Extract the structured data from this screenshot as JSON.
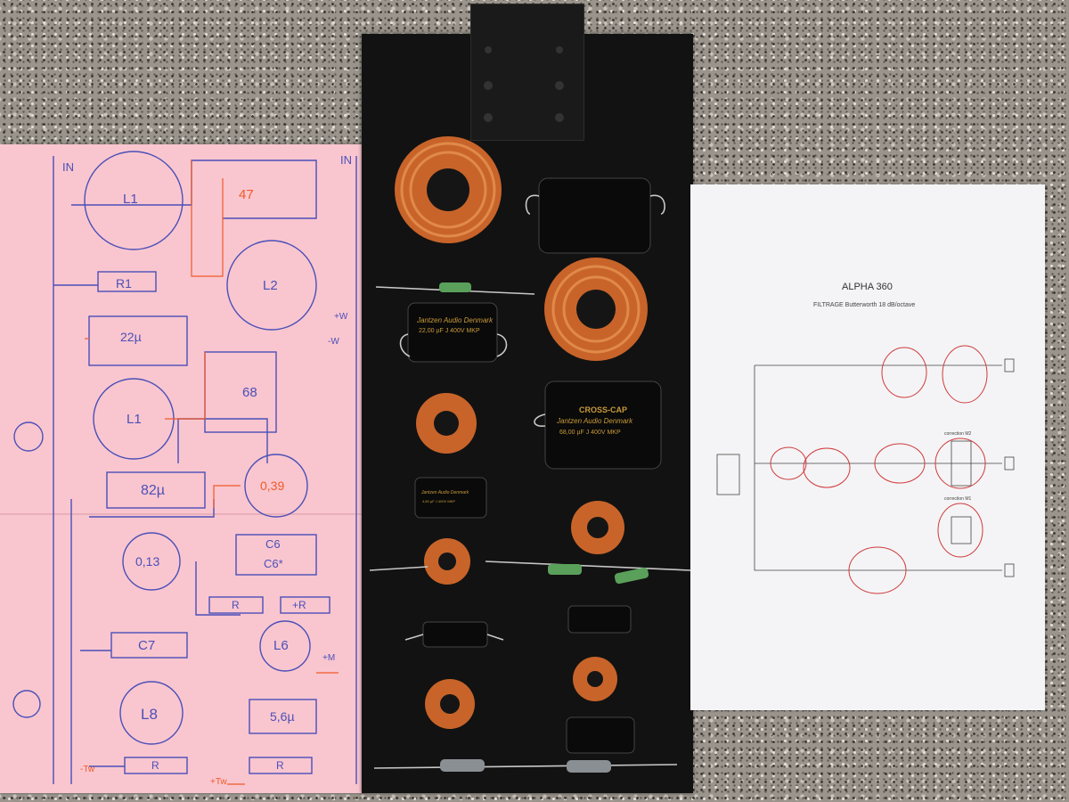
{
  "photo": {
    "pink_sheet": {
      "labels": [
        "IN",
        "IN",
        "L1",
        "47",
        "R1",
        "L2",
        "22µ",
        "68",
        "L1",
        "82µ",
        "0,39",
        "0,13",
        "C6",
        "C6*",
        "R",
        "+R",
        "C7",
        "L6",
        "L8",
        "5,6µ",
        "R",
        "R",
        "+W",
        "-W",
        "+M",
        "-Tw",
        "+Tw"
      ]
    },
    "board": {
      "capacitor_labels": {
        "cap_22": [
          "Jantzen Audio Denmark",
          "22,00 µF J 400V MKP"
        ],
        "cap_68": [
          "CROSS-CAP",
          "Jantzen Audio Denmark",
          "68,00 µF J 400V MKP"
        ],
        "cap_small": [
          "Jantzen Audio Denmark",
          "4,60 µF J 400V MKP"
        ]
      }
    },
    "schematic_sheet": {
      "title": "ALPHA 360",
      "subtitle": "FILTRAGE  Butterworth 18 dB/octave",
      "notes": [
        "correction M2",
        "correction M1"
      ]
    }
  },
  "colors": {
    "granite": "#9a948c",
    "pink_paper": "#f9c6cf",
    "board": "#121212",
    "copper": "#c8642a",
    "blue_ink": "#4b4fb8",
    "orange_ink": "#f05a28",
    "red_ink": "#d03a3a"
  }
}
